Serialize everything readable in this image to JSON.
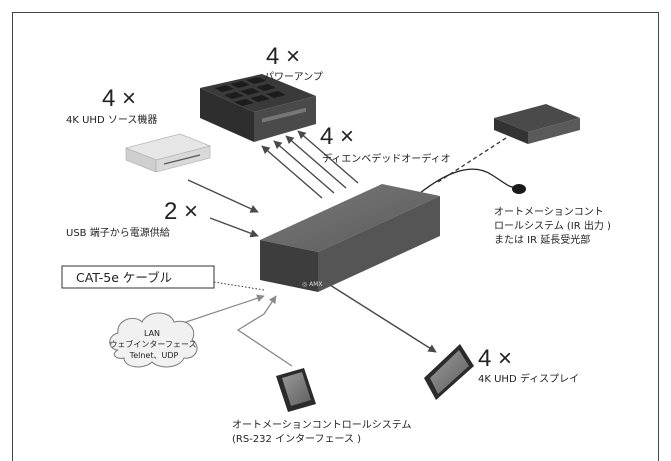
{
  "labels": {
    "amp_count": "4 ×",
    "amp_name": "パワーアンプ",
    "source_count": "4 ×",
    "source_name": "4K UHD ソース機器",
    "audio_count": "4 ×",
    "audio_name": "ディエンベデッドオーディオ",
    "usb_count": "2 ×",
    "usb_name": "USB 端子から電源供給",
    "cat_cable": "CAT-5e ケーブル",
    "ir_line1": "オートメーションコント",
    "ir_line2": "ロールシステム (IR 出力 )",
    "ir_line3": "または IR 延長受光部",
    "lan_line1": "LAN",
    "lan_line2": "ウェブインターフェース",
    "lan_line3": "Telnet、UDP",
    "display_count": "4 ×",
    "display_name": "4K UHD ディスプレイ",
    "rs232_line1": "オートメーションコントロールシステム",
    "rs232_line2": "(RS-232 インターフェース )",
    "logo_text": "◎ AMX"
  }
}
